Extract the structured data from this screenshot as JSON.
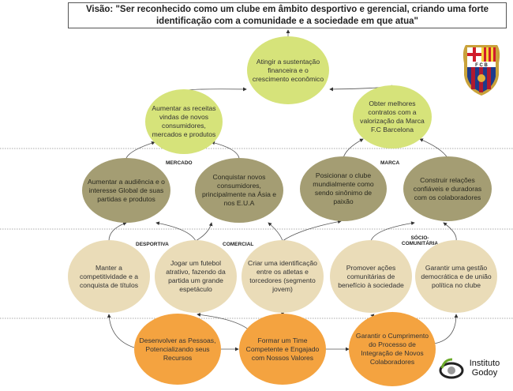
{
  "vision": "Visão: \"Ser reconhecido como um clube em âmbito desportivo e gerencial, criando uma forte identificação com a comunidade e a sociedade em que atua\"",
  "financial": {
    "top": "Atingir a sustentação financeira e o crescimento econômico",
    "left": "Aumentar as receitas vindas de novos consumidores, mercados e produtos",
    "right": "Obter melhores contratos com a valorização da Marca F.C Barcelona"
  },
  "labels": {
    "mercado": "MERCADO",
    "marca": "MARCA",
    "desportiva": "DESPORTIVA",
    "comercial": "COMERCIAL",
    "socio": "SÓCIO-COMUNITÁRIA"
  },
  "clients": [
    "Aumentar a audiência e o interesse Global de suas partidas e produtos",
    "Conquistar novos consumidores, principalmente na Ásia e nos E.U.A",
    "Posicionar o clube mundialmente como sendo sinônimo de paixão",
    "Construir relações confiáveis e duradoras com os colaboradores"
  ],
  "processes": [
    "Manter a competitividade e a conquista de títulos",
    "Jogar um futebol atrativo, fazendo da partida um grande espetáculo",
    "Criar uma identificação entre os atletas e torcedores (segmento jovem)",
    "Promover ações comunitárias de benefício à sociedade",
    "Garantir uma gestão democrática e de união política no clube"
  ],
  "learning": [
    "Desenvolver as Pessoas, Potencializando seus Recursos",
    "Formar um Time Competente e Engajado com Nossos Valores",
    "Garantir o Cumprimento do Processo de Integração de Novos Colaboradores"
  ],
  "logo": {
    "fcb": "FCB",
    "godoy": "Instituto Godoy"
  },
  "colors": {
    "green": "#d6e37a",
    "olive": "#a49d73",
    "tan": "#eadcb8",
    "orange": "#f4a340"
  }
}
